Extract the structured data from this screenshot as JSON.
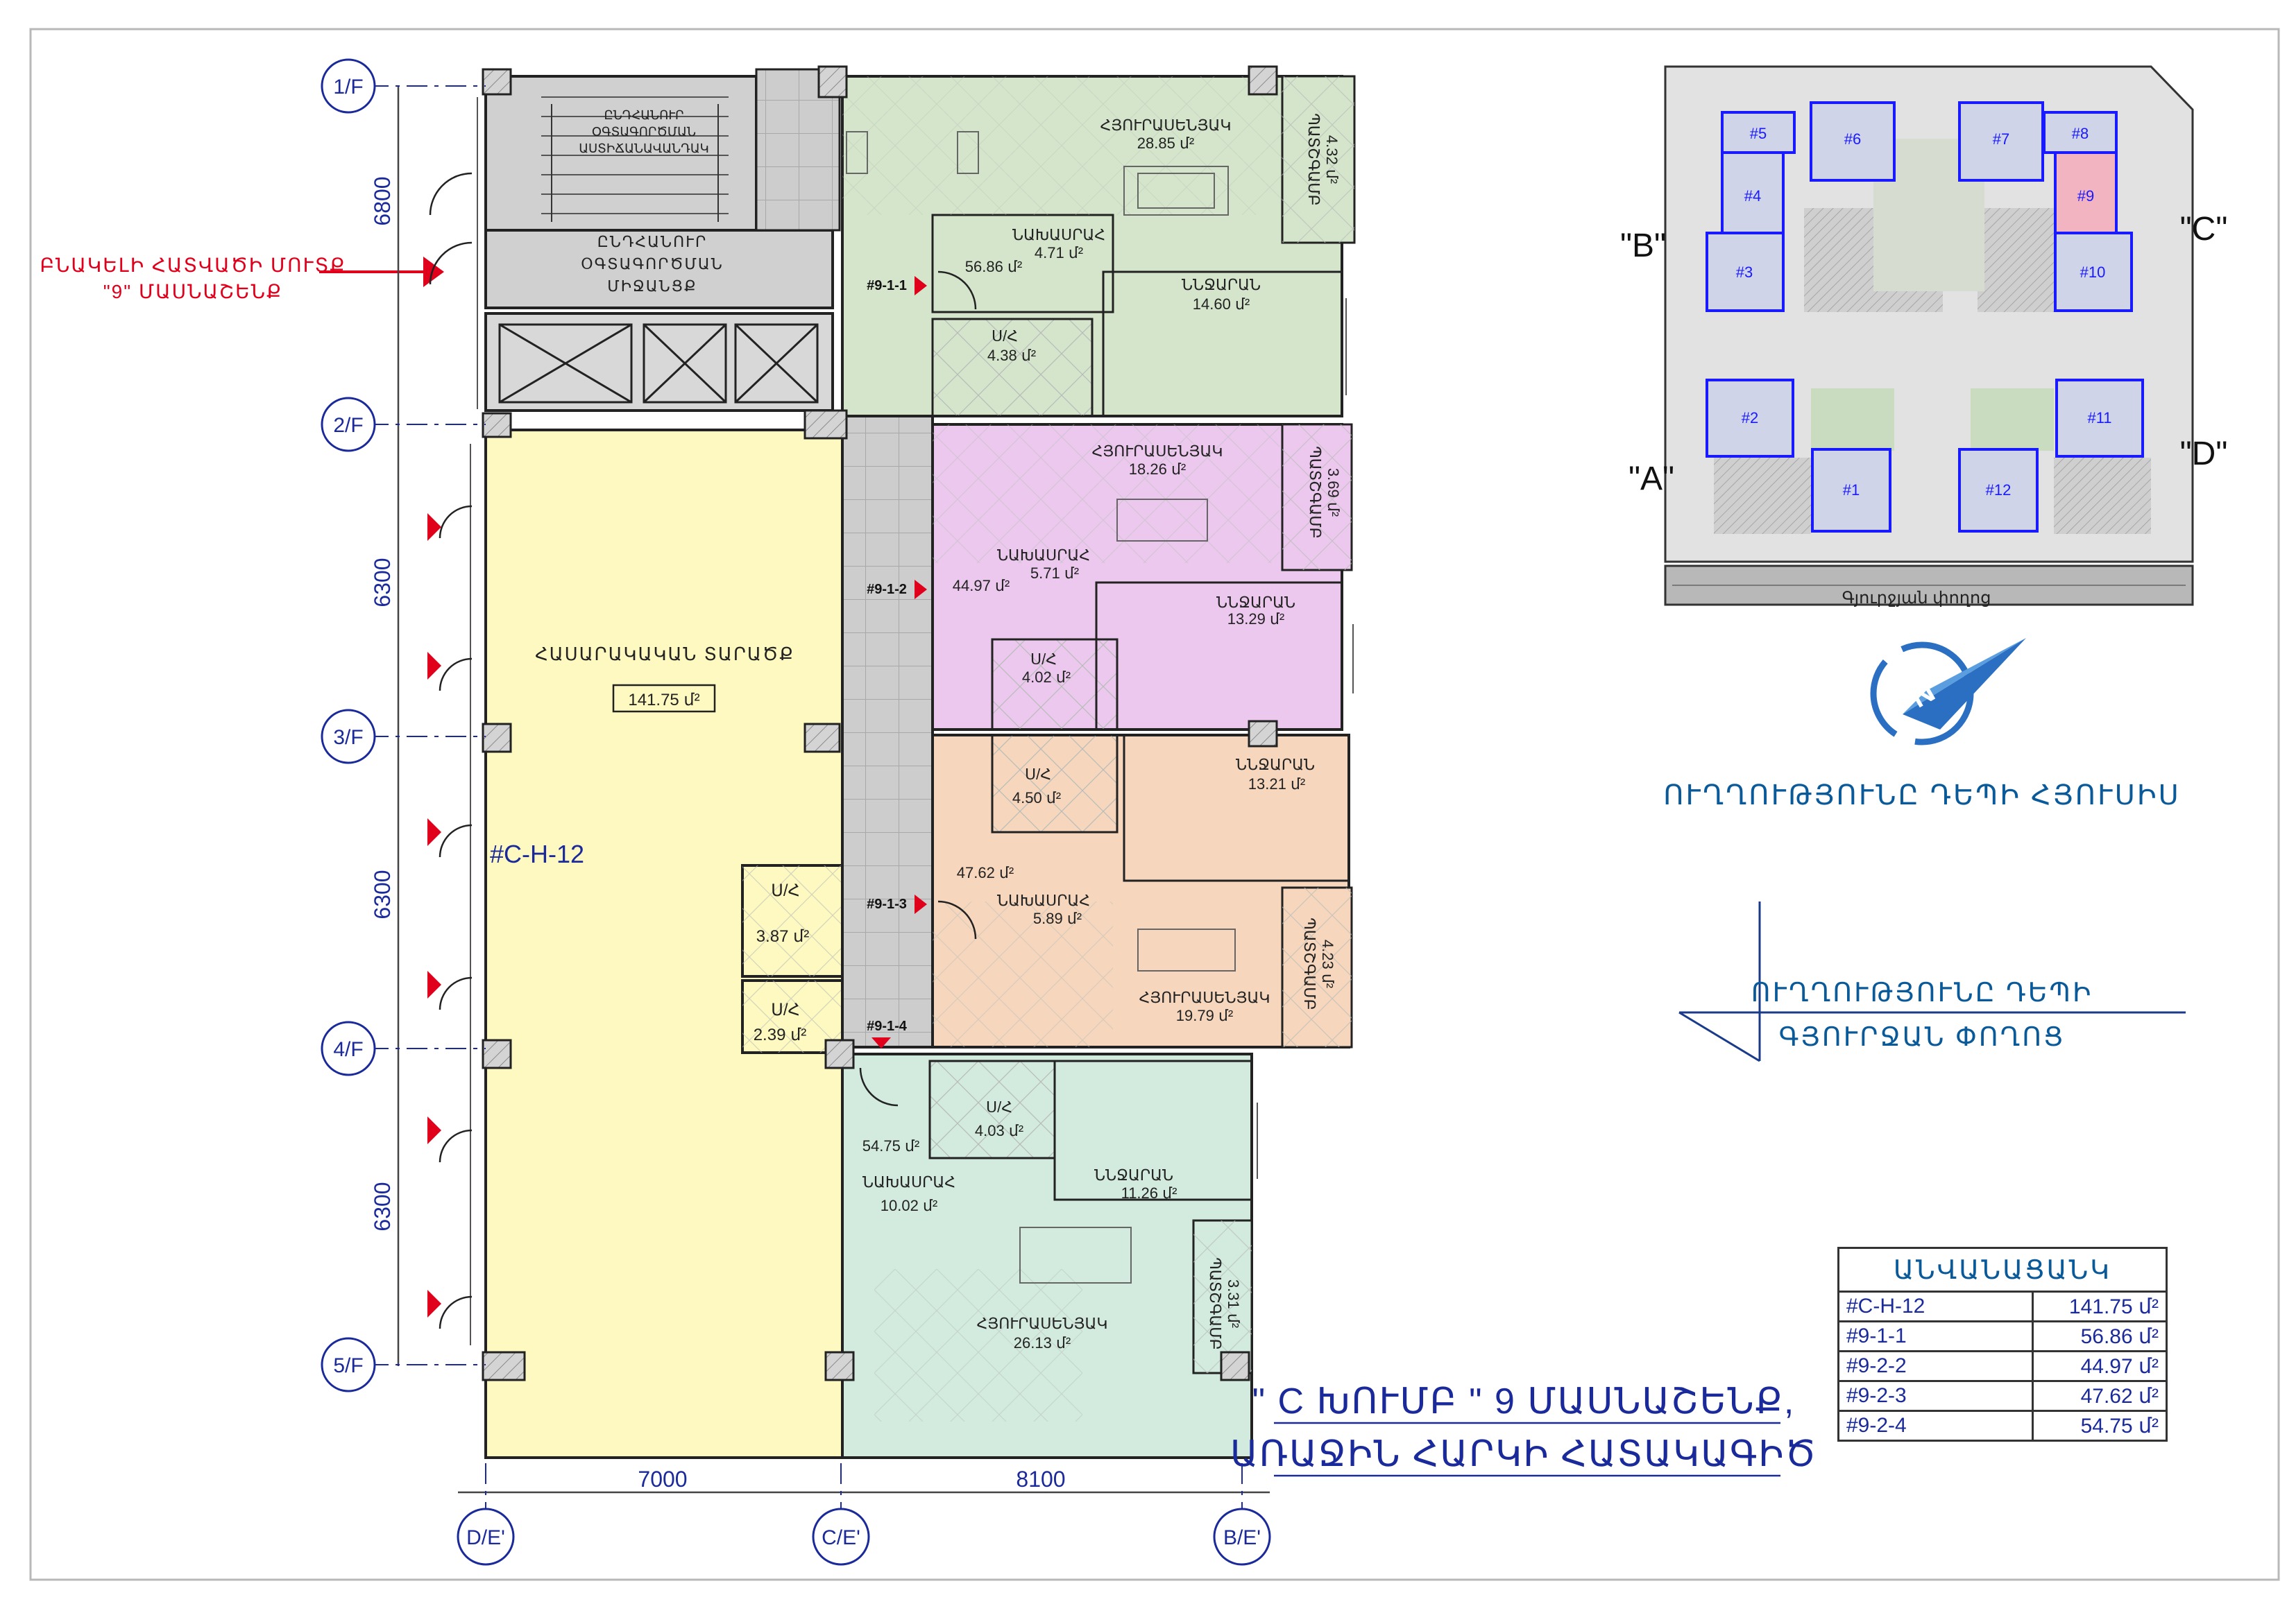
{
  "entrance": {
    "line1": "ԲՆԱԿԵԼԻ ՀԱՏՎԱԾԻ ՄՈՒՏՔ",
    "line2": "\"9\" ՄԱՍՆԱՇԵՆՔ"
  },
  "axes_rows": [
    "1/F",
    "2/F",
    "3/F",
    "4/F",
    "5/F"
  ],
  "axes_cols": [
    "D/E'",
    "C/E'",
    "B/E'"
  ],
  "dims_vertical": [
    "6800",
    "6300",
    "6300",
    "6300"
  ],
  "dims_horizontal": [
    "7000",
    "8100"
  ],
  "common": {
    "stair": [
      "ԸՆԴՀԱՆՈՒՐ",
      "ՕԳՏԱԳՈՐԾՄԱՆ",
      "ԱՍՏԻՃԱՆԱՎԱՆԴԱԿ"
    ],
    "hall": [
      "ԸՆԴՀԱՆՈՒՐ",
      "ՕԳՏԱԳՈՐԾՄԱՆ",
      "ՄԻՋԱՆՑՔ"
    ]
  },
  "public_space": {
    "label": "ՀԱՍԱՐԱԿԱԿԱՆ ՏԱՐԱԾՔ",
    "area": "141.75 մ²",
    "id": "#C-H-12",
    "wc1": "3.87 մ²",
    "wc2": "2.39 մ²"
  },
  "rooms": {
    "living": "ՀՅՈՒՐԱՍԵՆՅԱԿ",
    "hallway": "ՆԱԽԱՍՐԱՀ",
    "bedroom": "ՆՆՋԱՐԱՆ",
    "wc": "Ս/Հ",
    "balcony": "ՊԱՏՇԳԱՄԲ"
  },
  "apartments": [
    {
      "id": "#9-1-1",
      "total": "56.86 մ²",
      "living": "28.85 մ²",
      "hallway": "4.71 մ²",
      "bedroom": "14.60 մ²",
      "wc": "4.38 մ²",
      "balcony": "4.32 մ²",
      "color": "#d4e5cc"
    },
    {
      "id": "#9-1-2",
      "total": "44.97 մ²",
      "living": "18.26 մ²",
      "hallway": "5.71 մ²",
      "bedroom": "13.29 մ²",
      "wc": "4.02 մ²",
      "balcony": "3.69 մ²",
      "color": "#ecc8ee"
    },
    {
      "id": "#9-1-3",
      "total": "47.62 մ²",
      "living": "19.79 մ²",
      "hallway": "5.89 մ²",
      "bedroom": "13.21 մ²",
      "wc": "4.50 մ²",
      "balcony": "4.23 մ²",
      "color": "#f6d6bc"
    },
    {
      "id": "#9-1-4",
      "total": "54.75 մ²",
      "living": "26.13 մ²",
      "hallway": "10.02 մ²",
      "bedroom": "11.26 մ²",
      "wc": "4.03 մ²",
      "balcony": "3.31 մ²",
      "color": "#d2ebde"
    }
  ],
  "site_plan": {
    "blocks": [
      "#1",
      "#2",
      "#3",
      "#4",
      "#5",
      "#6",
      "#7",
      "#8",
      "#9",
      "#10",
      "#11",
      "#12"
    ],
    "groups": [
      "\"A\"",
      "\"B\"",
      "\"C\"",
      "\"D\""
    ],
    "road": "Գյուրջյան փողոց"
  },
  "north": {
    "label": "ՈՒՂՂՈՒԹՅՈՒՆԸ ԴԵՊԻ ՀՅՈՒՍԻՍ"
  },
  "street_dir": {
    "line1": "ՈՒՂՂՈՒԹՅՈՒՆԸ ԴԵՊԻ",
    "line2": "ԳՅՈՒՐՋԱՆ ՓՈՂՈՑ"
  },
  "title": {
    "line1": "\" C ԽՈՒՄԲ \" 9 ՄԱՍՆԱՇԵՆՔ,",
    "line2": "ԱՌԱՋԻՆ ՀԱՐԿԻ ՀԱՏԱԿԱԳԻԾ"
  },
  "legend": {
    "header": "ԱՆՎԱՆԱՑԱՆԿ",
    "rows": [
      {
        "name": "#C-H-12",
        "area": "141.75 մ²"
      },
      {
        "name": "#9-1-1",
        "area": "56.86 մ²"
      },
      {
        "name": "#9-2-2",
        "area": "44.97 մ²"
      },
      {
        "name": "#9-2-3",
        "area": "47.62 մ²"
      },
      {
        "name": "#9-2-4",
        "area": "54.75 մ²"
      }
    ]
  }
}
